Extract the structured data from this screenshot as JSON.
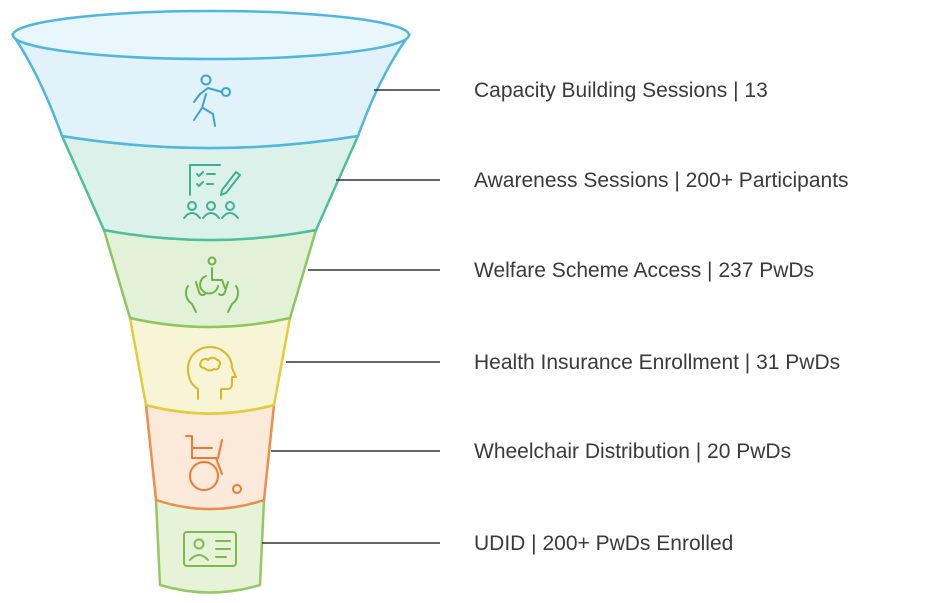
{
  "stages": [
    {
      "label": "Capacity Building Sessions | 13",
      "icon": "exercise-person-icon",
      "fill": "#e1f2fa",
      "stroke": "#4fb6e0"
    },
    {
      "label": "Awareness Sessions | 200+ Participants",
      "icon": "checklist-group-icon",
      "fill": "#dcf1ea",
      "stroke": "#4dbf9c"
    },
    {
      "label": "Welfare Scheme Access | 237 PwDs",
      "icon": "hands-wheelchair-icon",
      "fill": "#e3f1d8",
      "stroke": "#8cc65c"
    },
    {
      "label": "Health Insurance Enrollment | 31 PwDs",
      "icon": "head-brain-icon",
      "fill": "#f8f4d6",
      "stroke": "#e2cc3c"
    },
    {
      "label": "Wheelchair Distribution | 20 PwDs",
      "icon": "wheelchair-icon",
      "fill": "#fbe9da",
      "stroke": "#ef8c4a"
    },
    {
      "label": "UDID | 200+ PwDs Enrolled",
      "icon": "id-card-icon",
      "fill": "#e6f3d9",
      "stroke": "#94c863"
    }
  ]
}
